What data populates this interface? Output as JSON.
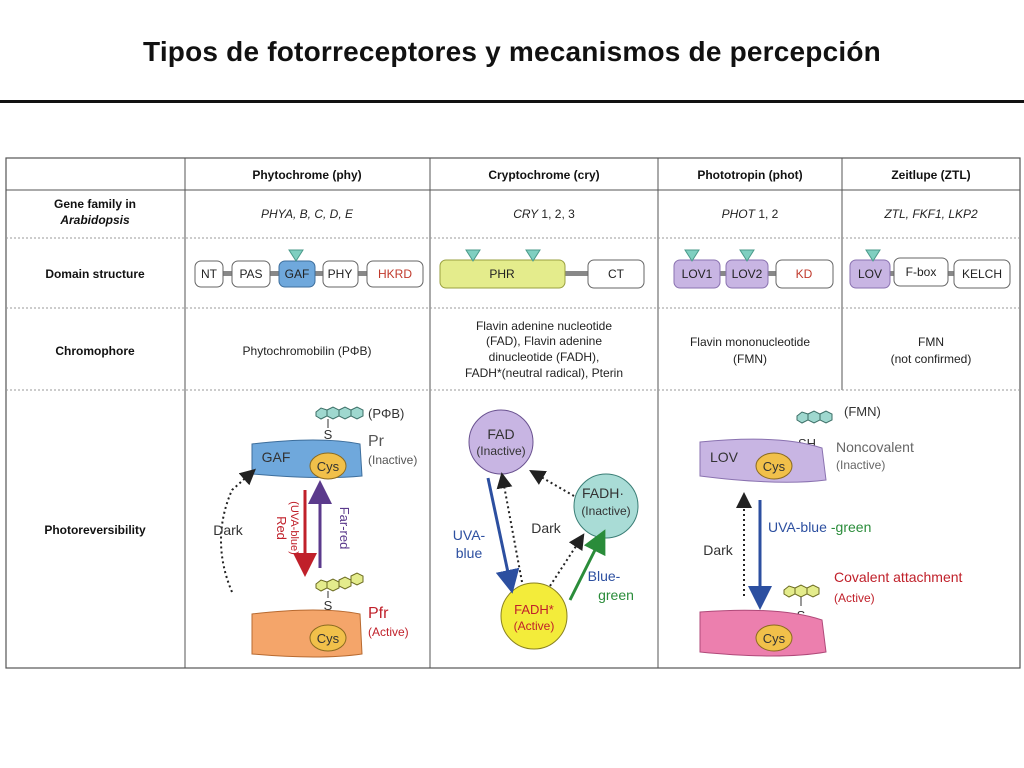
{
  "title": "Tipos de fotorreceptores y mecanismos de percepción",
  "colors": {
    "gaf_blue": "#6fa8dc",
    "phr_yellow": "#e4ec8c",
    "lov_purple": "#c8b5e3",
    "triangle_teal": "#7fcfc0",
    "hkrd_red": "#c0392b",
    "red_arrow": "#c0202a",
    "farred_arrow": "#5b3a8c",
    "blue_arrow": "#2c4fa0",
    "green_arrow": "#2a8c3a",
    "pfr_orange": "#f4a56a",
    "pink_surface": "#ec7fae"
  },
  "table": {
    "column_headers": [
      "Phytochrome (phy)",
      "Cryptochrome (cry)",
      "Phototropin (phot)",
      "Zeitlupe (ZTL)"
    ],
    "row_labels": {
      "gene_family_line1": "Gene family in",
      "gene_family_line2": "Arabidopsis",
      "domain_structure": "Domain structure",
      "chromophore": "Chromophore",
      "photoreversibility": "Photoreversibility"
    },
    "gene_family": {
      "phy_genes": "PHYA, B, C, D, E",
      "cry_gene": "CRY",
      "cry_numbers": " 1, 2, 3",
      "phot_gene": "PHOT",
      "phot_numbers": " 1, 2",
      "ztl_genes": "ZTL, FKF1, LKP2"
    },
    "domains": {
      "phy": [
        "NT",
        "PAS",
        "GAF",
        "PHY",
        "HKRD"
      ],
      "cry": [
        "PHR",
        "CT"
      ],
      "phot": [
        "LOV1",
        "LOV2",
        "KD"
      ],
      "ztl": [
        "LOV",
        "F-box",
        "KELCH"
      ]
    },
    "chromophore": {
      "phy": "Phytochromobilin (PΦB)",
      "cry": [
        "Flavin adenine nucleotide",
        "(FAD), Flavin adenine",
        "dinucleotide  (FADH),",
        "FADH*(neutral radical), Pterin"
      ],
      "phot": [
        "Flavin mononucleotide",
        "(FMN)"
      ],
      "ztl": [
        "FMN",
        "(not confirmed)"
      ]
    },
    "photoreversibility": {
      "phy": {
        "chromophore_label": "(PΦB)",
        "s": "S",
        "pr": "Pr",
        "pr_state": "(Inactive)",
        "gaf": "GAF",
        "cys": "Cys",
        "dark": "Dark",
        "red": "Red",
        "uva_blue": "(UVA-blue)",
        "far_red": "Far-red",
        "pfr": "Pfr",
        "pfr_state": "(Active)"
      },
      "cry": {
        "fad": "FAD",
        "fad_state": "(Inactive)",
        "fadh": "FADH",
        "fadh_dot": "·",
        "fadh_state": "(Inactive)",
        "fadh_star": "FADH*",
        "fadh_star_state": "(Active)",
        "dark": "Dark",
        "uva": "UVA-",
        "blue": "blue",
        "blue_green1": "Blue-",
        "blue_green2": "green"
      },
      "phot": {
        "fmn": "(FMN)",
        "sh": "SH",
        "lov": "LOV",
        "cys": "Cys",
        "noncovalent": "Noncovalent",
        "noncovalent_state": "(Inactive)",
        "uva_blue": "UVA-blue",
        "green": "-green",
        "dark": "Dark",
        "covalent": "Covalent attachment",
        "covalent_state": "(Active)",
        "s": "S"
      }
    }
  }
}
